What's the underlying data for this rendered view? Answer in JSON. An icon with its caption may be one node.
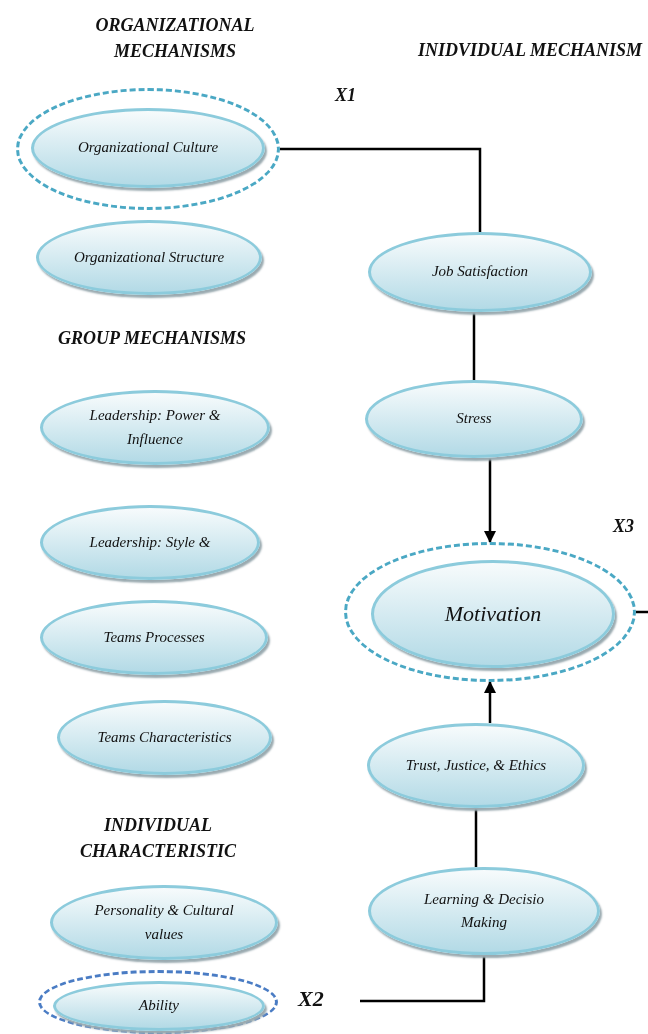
{
  "diagram": {
    "nodes": [
      {
        "text": [],
        "shape": "circle"
      },
      {
        "text": [
          "Organizational Culture"
        ],
        "in": 0
      },
      {
        "text": [
          "Organizational Structure"
        ]
      },
      {
        "text": [
          "Leadership: Power & Influence"
        ]
      },
      {
        "text": [
          "Leadership: Style &"
        ]
      },
      {
        "text": [
          "Teams Processes"
        ]
      },
      {
        "text": [
          "Teams Characteristics"
        ]
      },
      {
        "text": [
          "Personality & Cultural values"
        ]
      },
      {
        "text": [],
        "shape": "circle"
      },
      {
        "text": [
          "Ability"
        ],
        "in": 8
      },
      {
        "text": [
          "Job Satisfaction"
        ]
      },
      {
        "text": [
          "Stress"
        ]
      },
      {
        "text": [],
        "shape": "circle"
      },
      {
        "text": [
          "Motivation"
        ],
        "in": 12
      },
      {
        "text": [
          "Trust, Justice, & Ethics"
        ]
      },
      {
        "text": [
          "Learning & Decisio Making"
        ]
      },
      {
        "text": [
          "X2"
        ]
      }
    ],
    "edges": [
      {
        "from": 0,
        "to": 10,
        "arrow": "none"
      },
      {
        "from": 10,
        "to": 11,
        "arrow": "none"
      },
      {
        "from": 11,
        "to": 12,
        "arrow": "to"
      },
      {
        "from": 14,
        "to": 12,
        "arrow": "to"
      },
      {
        "from": 15,
        "to": 14,
        "arrow": "none"
      },
      {
        "from": 16,
        "to": 15,
        "arrow": "none"
      },
      {
        "from": 12,
        "to": null,
        "arrow": "none"
      }
    ],
    "labels": [
      "ORGANIZATIONAL MECHANISMS",
      "INIDVIDUAL MECHANISM",
      "X1",
      "GROUP MECHANISMS",
      "X3",
      "INDIVIDUAL CHARACTERISTIC"
    ]
  }
}
